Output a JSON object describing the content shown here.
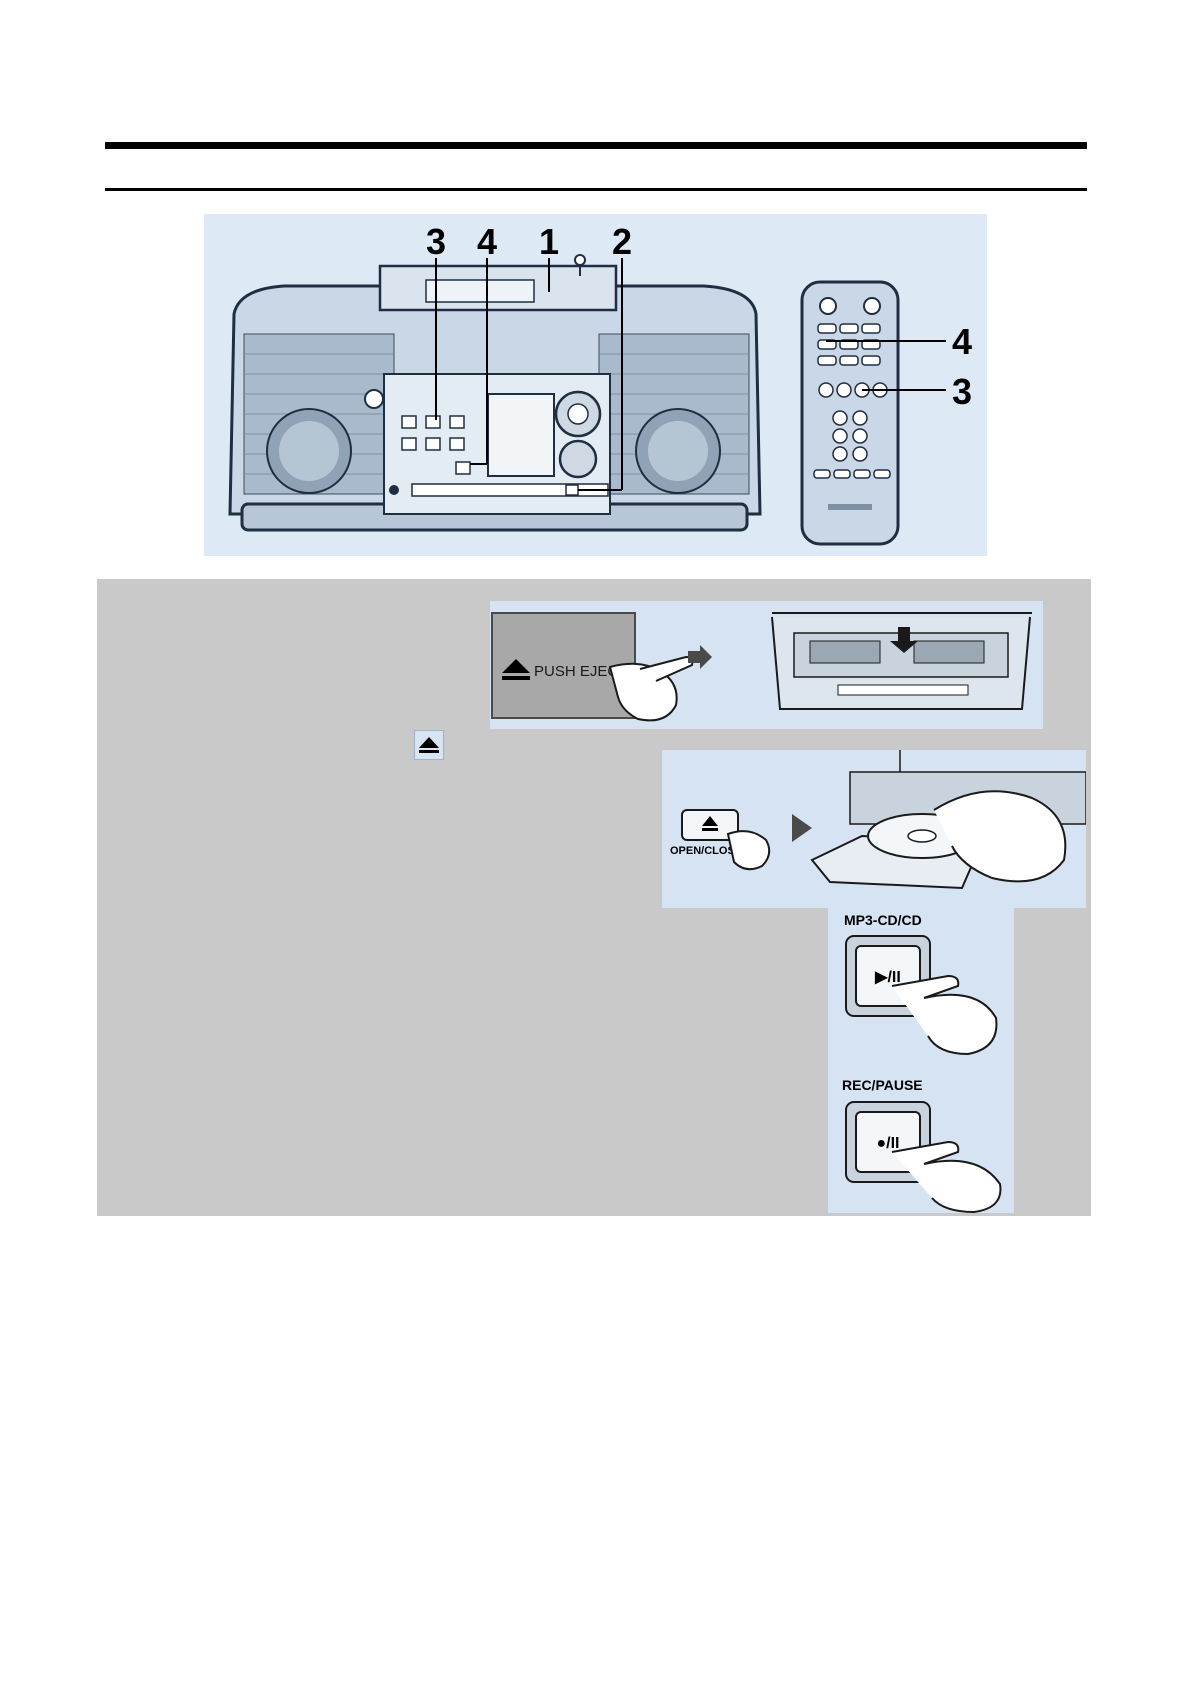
{
  "diagram": {
    "callouts_top": [
      "3",
      "4",
      "1",
      "2"
    ],
    "callouts_remote": [
      "4",
      "3"
    ]
  },
  "cassette_panel": {
    "button_label": "PUSH  EJECT"
  },
  "cd_panel": {
    "button_label": "OPEN/CLOSE"
  },
  "mp3_panel": {
    "title": "MP3-CD/CD",
    "button_symbol": "▶/II"
  },
  "rec_panel": {
    "title": "REC/PAUSE",
    "button_symbol": "●/II"
  },
  "icons": {
    "eject": "eject-icon",
    "arrow": "arrow-right-icon",
    "hand": "pointing-hand-icon"
  },
  "colors": {
    "diagram_bg": "#dde9f5",
    "steps_bg": "#c9c9c9",
    "panel_bg": "#d5e3f3"
  }
}
